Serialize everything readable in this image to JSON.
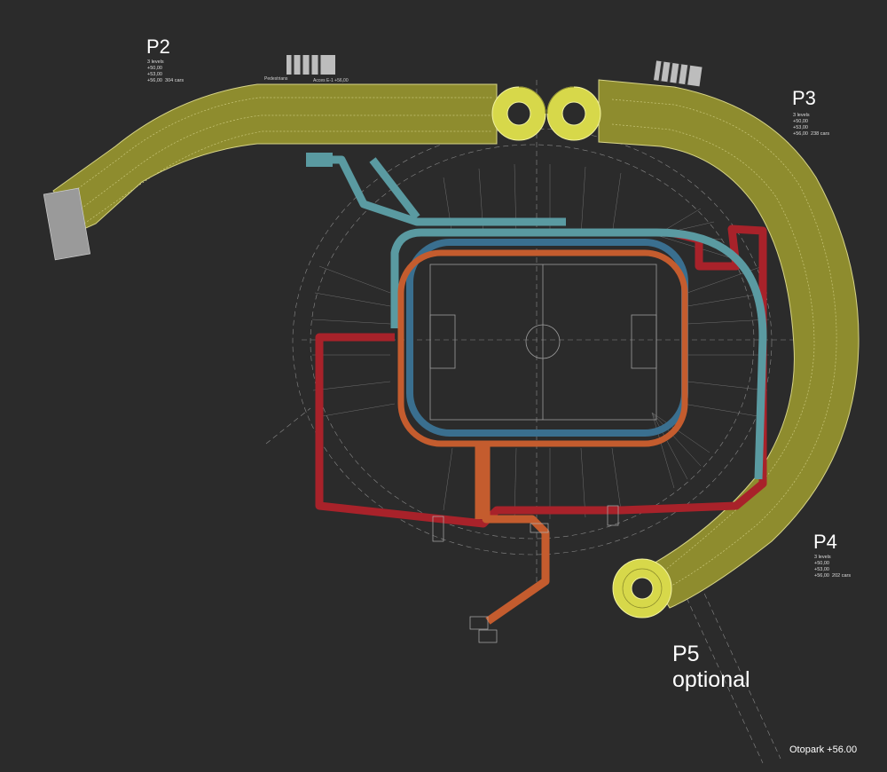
{
  "colors": {
    "background": "#2b2b2b",
    "parking": "#8e8c2e",
    "ramp": "#d7d84a",
    "concourse_outer": "#a8222a",
    "concourse_inner_blue": "#3a6f8f",
    "concourse_teal": "#5a9aa1",
    "concourse_orange": "#c45c2e",
    "linework": "#b8b8b8"
  },
  "zones": {
    "p2": {
      "name": "P2",
      "details": "3 levels\n+50,00\n+53,00\n+56,00  304 cars"
    },
    "p3": {
      "name": "P3",
      "details": "3 levels\n+50,00\n+53,00\n+56,00  238 cars"
    },
    "p4": {
      "name": "P4",
      "details": "3 levels\n+50,00\n+53,00\n+56,00  202 cars"
    },
    "p5": {
      "name": "P5",
      "note": "optional"
    }
  },
  "annotations": {
    "pedestrians": "Pedestrians",
    "access": "Acces E-1  +56,00"
  },
  "footer": "Otopark +56.00"
}
